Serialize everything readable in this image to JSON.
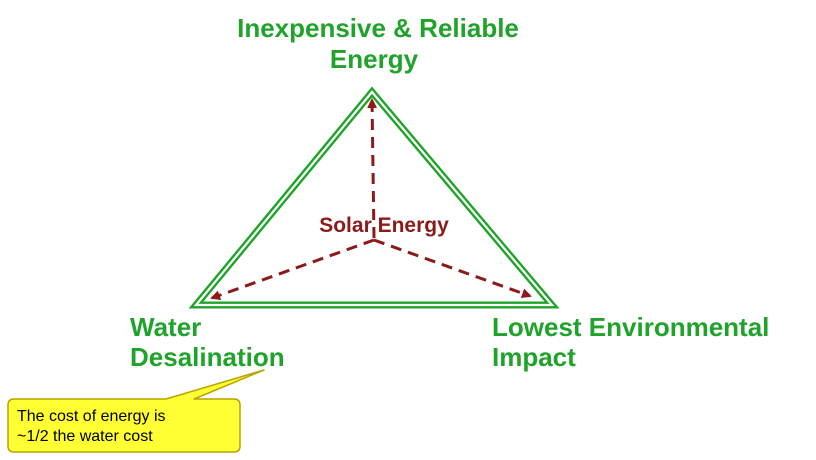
{
  "colors": {
    "green": "#1fa32a",
    "arrow": "#8b1a1a",
    "callout_fill": "#ffff33",
    "callout_border": "#b8a400"
  },
  "top_vertex": {
    "line1": "Inexpensive & Reliable",
    "line2": "Energy"
  },
  "left_vertex": {
    "line1": "Water",
    "line2": "Desalination"
  },
  "right_vertex": {
    "line1": "Lowest Environmental",
    "line2": "Impact"
  },
  "center": {
    "label": "Solar Energy"
  },
  "callout": {
    "line1": "The cost of energy is",
    "line2": "~1/2 the water cost"
  }
}
